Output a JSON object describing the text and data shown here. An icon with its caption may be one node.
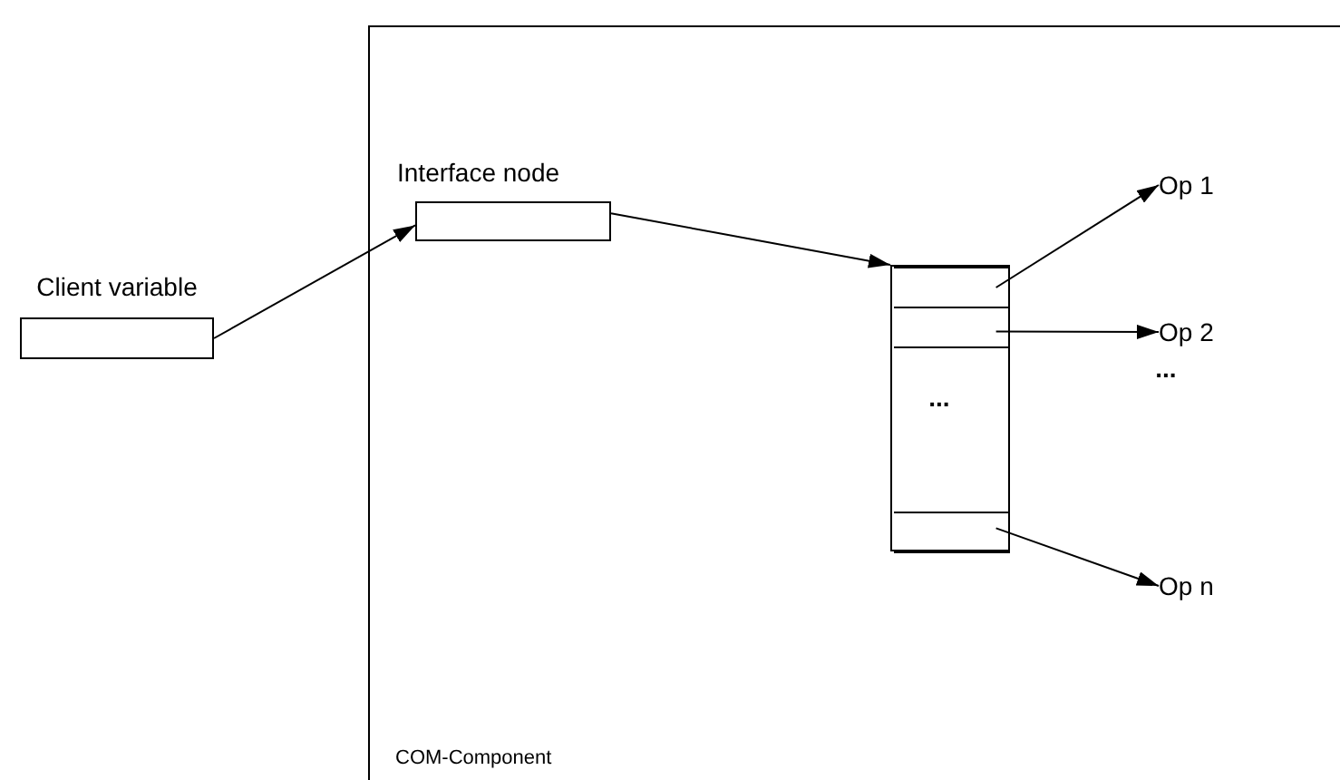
{
  "diagram": {
    "nodes": [
      {
        "text": [
          "COM-Component"
        ]
      },
      {
        "text": [
          "Client variable"
        ]
      },
      {
        "text": [
          "Interface node"
        ],
        "in": 0
      },
      {
        "text": [],
        "shape": "box",
        "in": 0
      },
      {
        "text": [],
        "shape": "box",
        "in": 3
      },
      {
        "text": [],
        "shape": "box",
        "in": 3
      },
      {
        "text": [],
        "shape": "box",
        "in": 3
      },
      {
        "text": [
          "Op 1"
        ],
        "in": 0
      },
      {
        "text": [
          "Op 2"
        ],
        "in": 0
      },
      {
        "text": [
          "Op n"
        ],
        "in": 0
      }
    ],
    "edges": [
      {
        "from": 1,
        "to": 2,
        "arrow": "to"
      },
      {
        "from": 2,
        "to": 3,
        "arrow": "to"
      },
      {
        "from": 4,
        "to": 7,
        "arrow": "to"
      },
      {
        "from": 5,
        "to": 8,
        "arrow": "to"
      },
      {
        "from": 6,
        "to": 9,
        "arrow": "to"
      }
    ],
    "labels": [
      "...",
      "..."
    ]
  }
}
